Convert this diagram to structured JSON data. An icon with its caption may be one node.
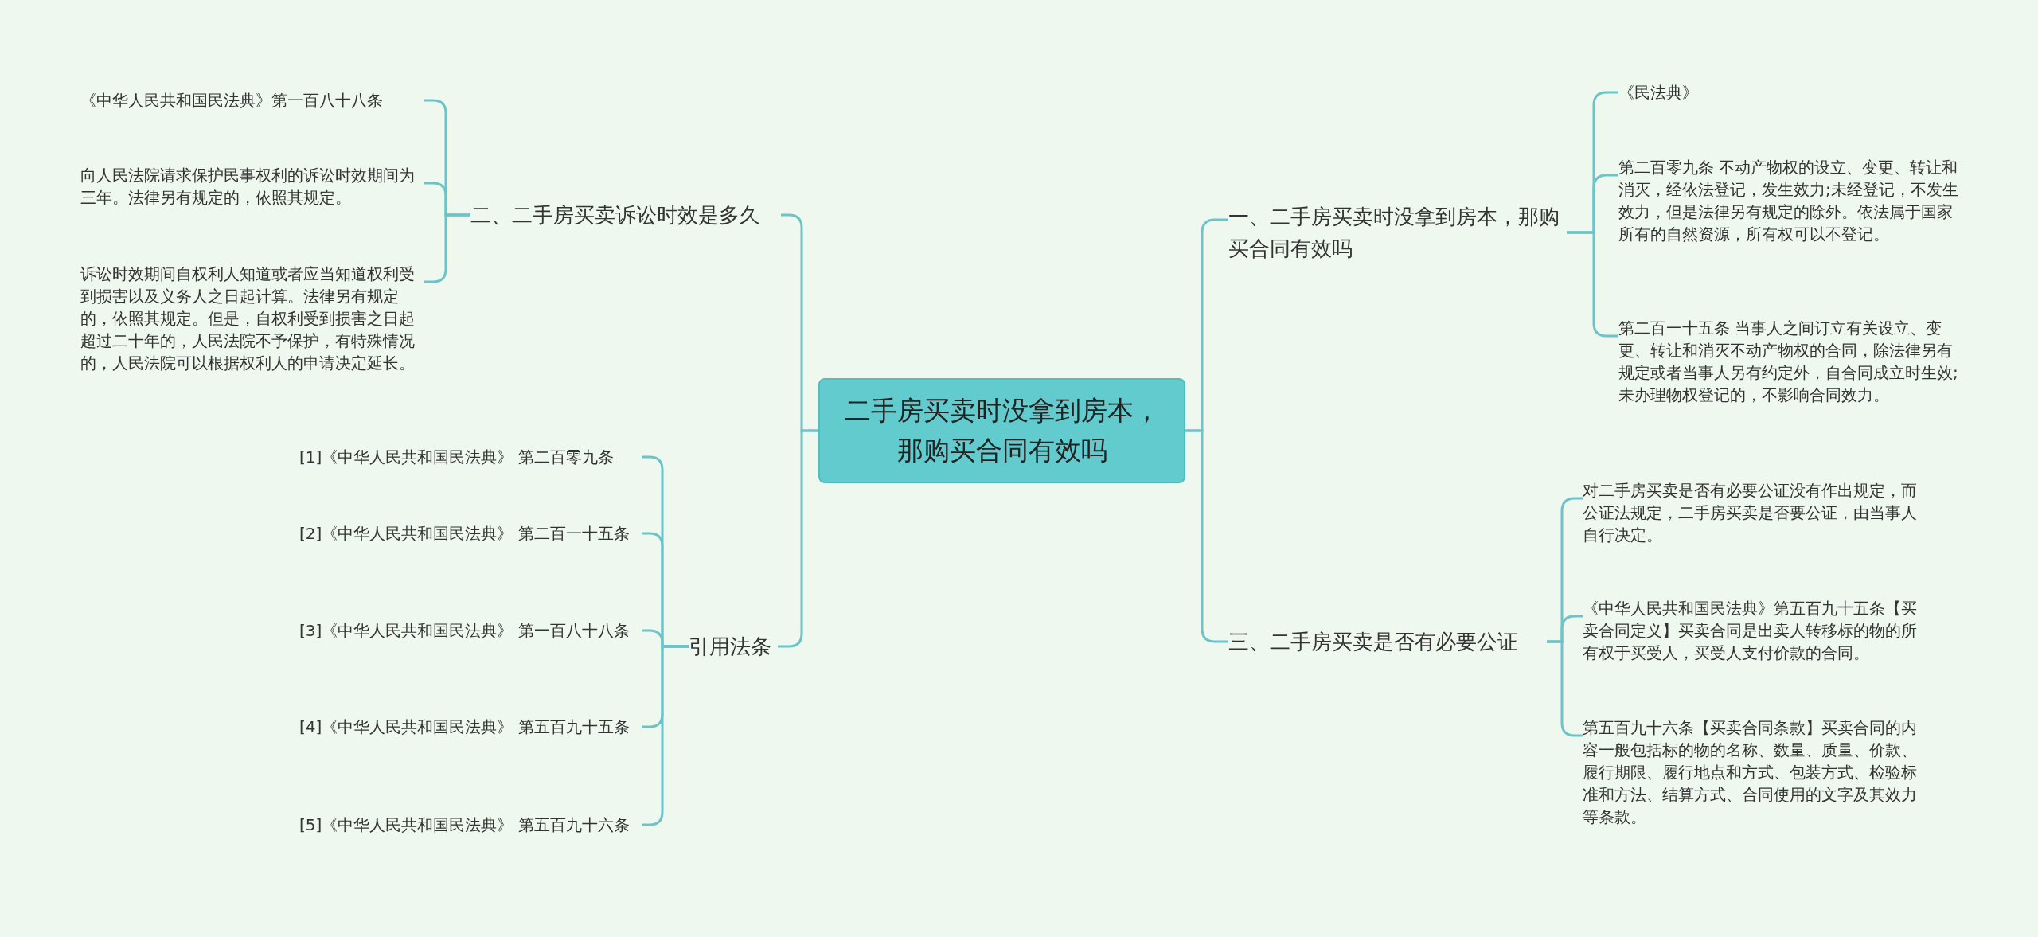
{
  "diagram": {
    "nodes": [
      {
        "text": [
          "二手房买卖时没拿到房本，那购买合同有效吗"
        ]
      },
      {
        "text": [
          "一、二手房买卖时没拿到房本，那购买合同有效吗"
        ]
      },
      {
        "text": [
          "《民法典》"
        ]
      },
      {
        "text": [
          "第二百零九条 不动产物权的设立、变更、转让和消灭，经依法登记，发生效力;未经登记，不发生效力，但是法律另有规定的除外。依法属于国家所有的自然资源，所有权可以不登记。"
        ]
      },
      {
        "text": [
          "第二百一十五条 当事人之间订立有关设立、变更、转让和消灭不动产物权的合同，除法律另有规定或者当事人另有约定外，自合同成立时生效;未办理物权登记的，不影响合同效力。"
        ]
      },
      {
        "text": [
          "三、二手房买卖是否有必要公证"
        ]
      },
      {
        "text": [
          "对二手房买卖是否有必要公证没有作出规定，而公证法规定，二手房买卖是否要公证，由当事人自行决定。"
        ]
      },
      {
        "text": [
          "《中华人民共和国民法典》第五百九十五条【买卖合同定义】买卖合同是出卖人转移标的物的所有权于买受人，买受人支付价款的合同。"
        ]
      },
      {
        "text": [
          "第五百九十六条【买卖合同条款】买卖合同的内容一般包括标的物的名称、数量、质量、价款、履行期限、履行地点和方式、包装方式、检验标准和方法、结算方式、合同使用的文字及其效力等条款。"
        ]
      },
      {
        "text": [
          "二、二手房买卖诉讼时效是多久"
        ]
      },
      {
        "text": [
          "《中华人民共和国民法典》第一百八十八条"
        ]
      },
      {
        "text": [
          "向人民法院请求保护民事权利的诉讼时效期间为三年。法律另有规定的，依照其规定。"
        ]
      },
      {
        "text": [
          "诉讼时效期间自权利人知道或者应当知道权利受到损害以及义务人之日起计算。法律另有规定的，依照其规定。但是，自权利受到损害之日起超过二十年的，人民法院不予保护，有特殊情况的，人民法院可以根据权利人的申请决定延长。"
        ]
      },
      {
        "text": [
          "引用法条"
        ]
      },
      {
        "text": [
          "[1]《中华人民共和国民法典》 第二百零九条"
        ]
      },
      {
        "text": [
          "[2]《中华人民共和国民法典》 第二百一十五条"
        ]
      },
      {
        "text": [
          "[3]《中华人民共和国民法典》 第一百八十八条"
        ]
      },
      {
        "text": [
          "[4]《中华人民共和国民法典》 第五百九十五条"
        ]
      },
      {
        "text": [
          "[5]《中华人民共和国民法典》 第五百九十六条"
        ]
      }
    ],
    "edges": [
      {
        "from": 0,
        "to": 1,
        "arrow": "none"
      },
      {
        "from": 1,
        "to": 2,
        "arrow": "none"
      },
      {
        "from": 1,
        "to": 3,
        "arrow": "none"
      },
      {
        "from": 1,
        "to": 4,
        "arrow": "none"
      },
      {
        "from": 0,
        "to": 5,
        "arrow": "none"
      },
      {
        "from": 5,
        "to": 6,
        "arrow": "none"
      },
      {
        "from": 5,
        "to": 7,
        "arrow": "none"
      },
      {
        "from": 5,
        "to": 8,
        "arrow": "none"
      },
      {
        "from": 0,
        "to": 9,
        "arrow": "none"
      },
      {
        "from": 9,
        "to": 10,
        "arrow": "none"
      },
      {
        "from": 9,
        "to": 11,
        "arrow": "none"
      },
      {
        "from": 9,
        "to": 12,
        "arrow": "none"
      },
      {
        "from": 0,
        "to": 13,
        "arrow": "none"
      },
      {
        "from": 13,
        "to": 14,
        "arrow": "none"
      },
      {
        "from": 13,
        "to": 15,
        "arrow": "none"
      },
      {
        "from": 13,
        "to": 16,
        "arrow": "none"
      },
      {
        "from": 13,
        "to": 17,
        "arrow": "none"
      },
      {
        "from": 13,
        "to": 18,
        "arrow": "none"
      }
    ]
  }
}
